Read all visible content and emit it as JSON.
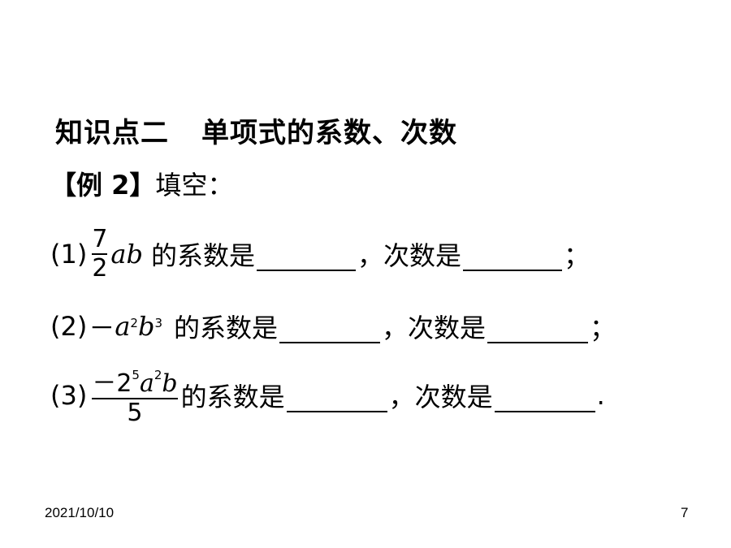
{
  "section": {
    "label": "知识点二",
    "topic": "单项式的系数、次数"
  },
  "example": {
    "tag": "【例 2】",
    "instruction": "填空："
  },
  "items": [
    {
      "number": "(1)",
      "numerator_sign": "",
      "numerator": "7",
      "denominator": "2",
      "term": "ab",
      "coef_label": "的系数是",
      "sep": "，",
      "degree_label": "次数是",
      "end": "；"
    },
    {
      "number": "(2)",
      "expr_sign": "－",
      "var1": "a",
      "exp1": "2",
      "var2": "b",
      "exp2": "3",
      "coef_label": "的系数是",
      "sep": "，",
      "degree_label": "次数是",
      "end": "；"
    },
    {
      "number": "(3)",
      "num_sign": "－",
      "base": "2",
      "exp_base": "5",
      "var1": "a",
      "exp1": "2",
      "var2": "b",
      "denominator": "5",
      "coef_label": "的系数是",
      "sep": "，",
      "degree_label": "次数是",
      "end": "."
    }
  ],
  "footer": {
    "date": "2021/10/10",
    "page": "7"
  }
}
